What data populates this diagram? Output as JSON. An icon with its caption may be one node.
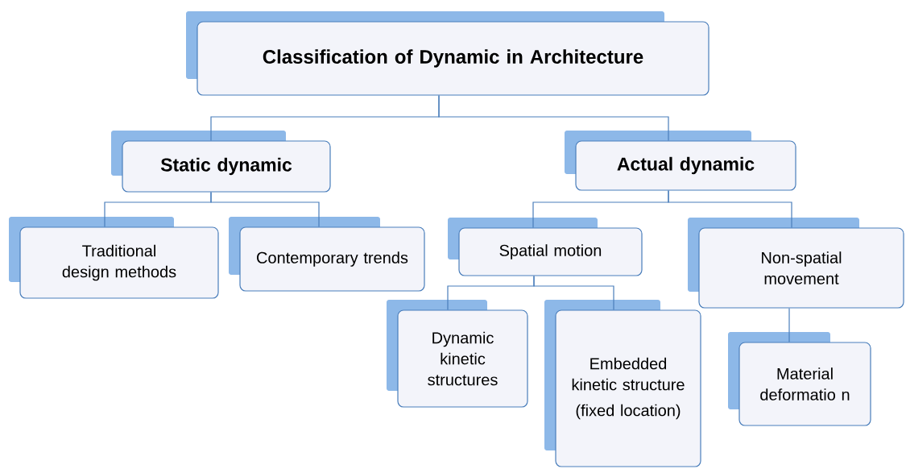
{
  "diagram": {
    "nodes": [
      {
        "text": [
          "Classification of Dynamic in Architecture"
        ]
      },
      {
        "text": [
          "Static dynamic"
        ]
      },
      {
        "text": [
          "Actual dynamic"
        ]
      },
      {
        "text": [
          "Traditional design methods"
        ]
      },
      {
        "text": [
          "Contemporary trends"
        ]
      },
      {
        "text": [
          "Spatial motion"
        ]
      },
      {
        "text": [
          "Non-spatial movement"
        ]
      },
      {
        "text": [
          "Dynamic kinetic structures"
        ]
      },
      {
        "text": [
          "Embedded kinetic structure",
          "(fixed location)"
        ]
      },
      {
        "text": [
          "Material deformatio n"
        ]
      }
    ],
    "edges": [
      {
        "from": 0,
        "to": 1,
        "arrow": "none"
      },
      {
        "from": 0,
        "to": 2,
        "arrow": "none"
      },
      {
        "from": 1,
        "to": 3,
        "arrow": "none"
      },
      {
        "from": 1,
        "to": 4,
        "arrow": "none"
      },
      {
        "from": 2,
        "to": 5,
        "arrow": "none"
      },
      {
        "from": 2,
        "to": 6,
        "arrow": "none"
      },
      {
        "from": 5,
        "to": 7,
        "arrow": "none"
      },
      {
        "from": 5,
        "to": 8,
        "arrow": "none"
      },
      {
        "from": 6,
        "to": 9,
        "arrow": "none"
      }
    ]
  }
}
